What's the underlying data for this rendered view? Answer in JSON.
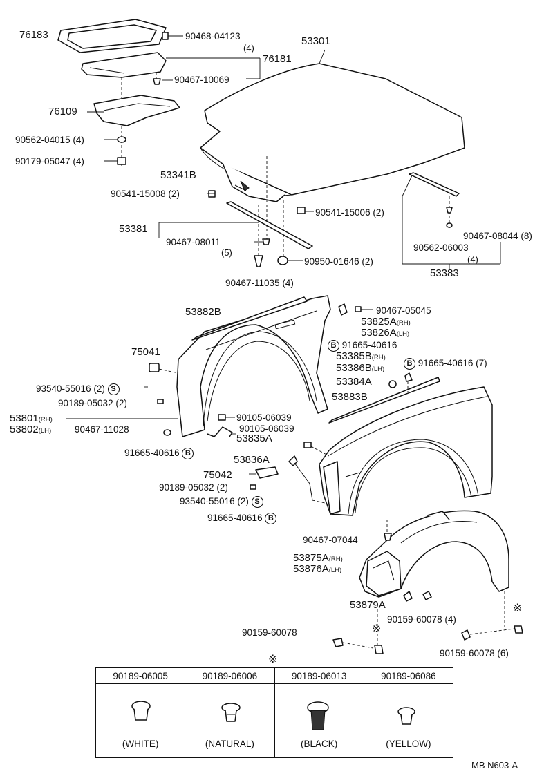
{
  "drawing_code": "MB N603-A",
  "reference_mark": "※",
  "bolt_symbol": "B",
  "screw_symbol": "S",
  "parts": {
    "p76183": "76183",
    "p90468_04123": "90468-04123",
    "p90468_04123_qty": "(4)",
    "p53301": "53301",
    "p76181": "76181",
    "p90467_10069": "90467-10069",
    "p76109": "76109",
    "p90562_04015": "90562-04015 (4)",
    "p90179_05047": "90179-05047 (4)",
    "p53341B": "53341B",
    "p90541_15008": "90541-15008 (2)",
    "p90541_15006": "90541-15006 (2)",
    "p53381": "53381",
    "p90467_08011": "90467-08011",
    "p90467_08011_qty": "(5)",
    "p90950_01646": "90950-01646 (2)",
    "p90467_11035": "90467-11035 (4)",
    "p90467_08044": "90467-08044 (8)",
    "p90562_06003": "90562-06003",
    "p90562_06003_qty": "(4)",
    "p53383": "53383",
    "p53882B": "53882B",
    "p90467_05045": "90467-05045",
    "p53825A": "53825A",
    "p53826A": "53826A",
    "rh": "(RH)",
    "lh": "(LH)",
    "p91665_40616_a": "91665-40616",
    "p75041": "75041",
    "p53385B": "53385B",
    "p53386B": "53386B",
    "p91665_40616_7": "91665-40616 (7)",
    "p53384A": "53384A",
    "p93540_55016_a": "93540-55016 (2)",
    "p90189_05032_a": "90189-05032 (2)",
    "p53883B": "53883B",
    "p53801": "53801",
    "p53802": "53802",
    "p90105_06039_a": "90105-06039",
    "p90467_11028": "90467-11028",
    "p53835A": "53835A",
    "p90105_06039_b": "90105-06039",
    "p91665_40616_b": "91665-40616",
    "p53836A": "53836A",
    "p75042": "75042",
    "p90189_05032_b": "90189-05032 (2)",
    "p93540_55016_b": "93540-55016 (2)",
    "p91665_40616_c": "91665-40616",
    "p90467_07044": "90467-07044",
    "p53875A": "53875A",
    "p53876A": "53876A",
    "p53879A": "53879A",
    "p90159_60078_4": "90159-60078 (4)",
    "p90159_60078_a": "90159-60078",
    "p90159_60078_6": "90159-60078 (6)"
  },
  "clip_table": {
    "columns": [
      {
        "part_no": "90189-06005",
        "color": "(WHITE)"
      },
      {
        "part_no": "90189-06006",
        "color": "(NATURAL)"
      },
      {
        "part_no": "90189-06013",
        "color": "(BLACK)"
      },
      {
        "part_no": "90189-06086",
        "color": "(YELLOW)"
      }
    ]
  }
}
